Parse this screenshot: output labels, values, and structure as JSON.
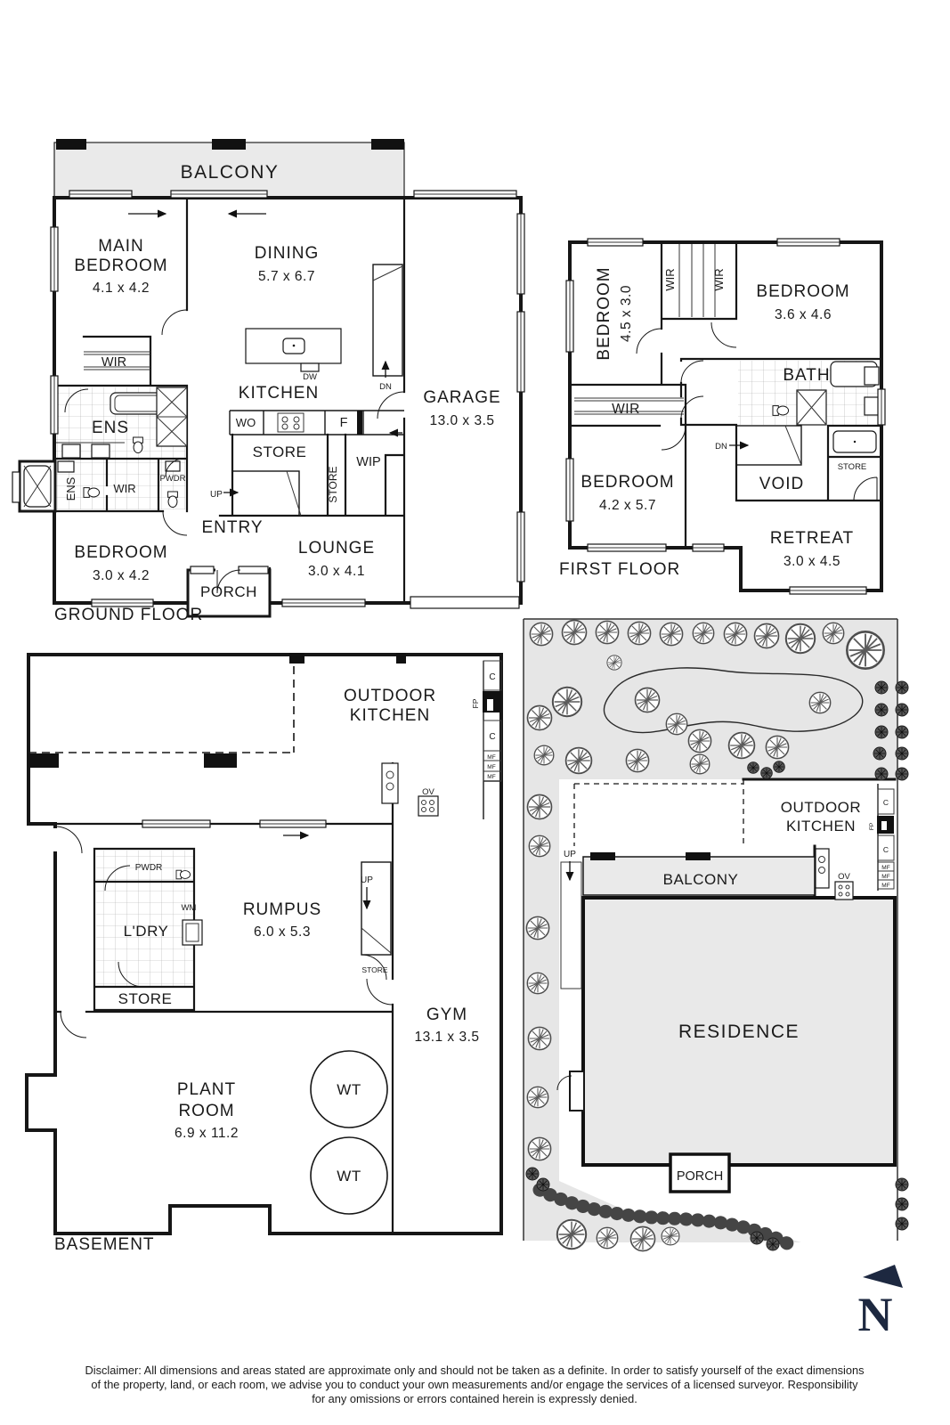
{
  "ground_floor": {
    "name": "GROUND FLOOR",
    "balcony": "BALCONY",
    "main_bedroom_line1": "MAIN",
    "main_bedroom_line2": "BEDROOM",
    "main_bedroom_dim": "4.1 x 4.2",
    "dining": "DINING",
    "dining_dim": "5.7 x 6.7",
    "kitchen": "KITCHEN",
    "garage": "GARAGE",
    "garage_dim": "13.0 x 3.5",
    "wir": "WIR",
    "ens": "ENS",
    "pwdr": "PWDR",
    "wall_oven": "WO",
    "fridge": "F",
    "store": "STORE",
    "wip": "WIP",
    "up": "UP",
    "dn": "DN",
    "dw": "DW",
    "entry": "ENTRY",
    "bedroom": "BEDROOM",
    "bedroom_dim": "3.0 x 4.2",
    "porch": "PORCH",
    "lounge": "LOUNGE",
    "lounge_dim": "3.0 x 4.1"
  },
  "first_floor": {
    "name": "FIRST FLOOR",
    "bedroom": "BEDROOM",
    "bedroom1_dim": "4.5 x 3.0",
    "bedroom2_dim": "3.6 x 4.6",
    "bedroom3_dim": "4.2 x 5.7",
    "wir": "WIR",
    "bath": "BATH",
    "dn": "DN",
    "void": "VOID",
    "store": "STORE",
    "retreat": "RETREAT",
    "retreat_dim": "3.0 x 4.5"
  },
  "basement": {
    "name": "BASEMENT",
    "outdoor_kitchen_line1": "OUTDOOR",
    "outdoor_kitchen_line2": "KITCHEN",
    "cupboard": "C",
    "fireplace": "FP",
    "mf": "MF",
    "oven": "OV",
    "pwdr": "PWDR",
    "wm": "WM",
    "laundry": "L'DRY",
    "store": "STORE",
    "rumpus": "RUMPUS",
    "rumpus_dim": "6.0 x 5.3",
    "up": "UP",
    "gym": "GYM",
    "gym_dim": "13.1 x 3.5",
    "plant_line1": "PLANT",
    "plant_line2": "ROOM",
    "plant_dim": "6.9 x 11.2",
    "water_tank": "WT"
  },
  "site_plan": {
    "outdoor_kitchen_line1": "OUTDOOR",
    "outdoor_kitchen_line2": "KITCHEN",
    "balcony": "BALCONY",
    "residence": "RESIDENCE",
    "porch": "PORCH",
    "up": "UP",
    "cupboard": "C",
    "fireplace": "FP",
    "mf": "MF",
    "oven": "OV"
  },
  "compass": {
    "north": "N"
  },
  "disclaimer": {
    "line1": "Disclaimer: All dimensions and areas stated are approximate only and should not be taken as a definite. In order to satisfy yourself of the exact dimensions",
    "line2": "of the property, land, or each room, we advise you to conduct your own measurements and/or engage the services of a licensed surveyor. Responsibility",
    "line3": "for any omissions or errors contained herein is expressly denied."
  },
  "colors": {
    "wall": "#161616",
    "balcony_fill": "#eaeaea",
    "garden_fill": "#e6e6e6",
    "residence_fill": "#e9e9e9",
    "compass_navy": "#1d2840"
  }
}
